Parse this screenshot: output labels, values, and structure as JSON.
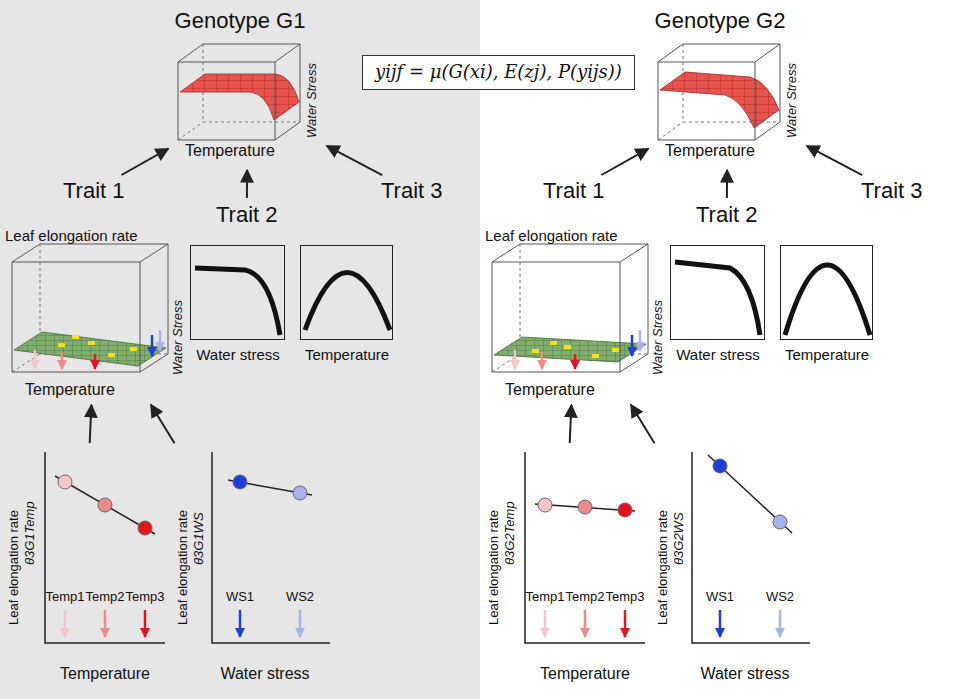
{
  "diagram": {
    "nodes": [
      {
        "text": [
          "Genotype G1"
        ]
      },
      {
        "text": [
          "Temperature",
          "Water Stress"
        ],
        "in": 0
      },
      {
        "text": [
          "Trait 1"
        ],
        "in": 0
      },
      {
        "text": [
          "Trait 2"
        ],
        "in": 0
      },
      {
        "text": [
          "Trait 3"
        ],
        "in": 0
      },
      {
        "text": [
          "Leaf elongation rate",
          "Temperature",
          "Water Stress"
        ],
        "in": 0
      },
      {
        "text": [
          "Water stress"
        ],
        "in": 0
      },
      {
        "text": [
          "Temperature"
        ],
        "in": 0
      },
      {
        "text": [
          "Leaf elongation rate",
          "θ3G1Temp",
          "Temp1",
          "Temp2",
          "Temp3",
          "Temperature"
        ],
        "in": 0
      },
      {
        "text": [
          "Leaf elongation rate",
          "θ3G1WS",
          "WS1",
          "WS2",
          "Water stress"
        ],
        "in": 0
      },
      {
        "text": [
          "yijf = μ(G(xi), E(zj), P(yijs))"
        ]
      },
      {
        "text": [
          "Genotype G2"
        ]
      },
      {
        "text": [
          "Temperature",
          "Water Stress"
        ],
        "in": 11
      },
      {
        "text": [
          "Trait 1"
        ],
        "in": 11
      },
      {
        "text": [
          "Trait 2"
        ],
        "in": 11
      },
      {
        "text": [
          "Trait 3"
        ],
        "in": 11
      },
      {
        "text": [
          "Leaf elongation rate",
          "Temperature",
          "Water Stress"
        ],
        "in": 11
      },
      {
        "text": [
          "Water stress"
        ],
        "in": 11
      },
      {
        "text": [
          "Temperature"
        ],
        "in": 11
      },
      {
        "text": [
          "Leaf elongation rate",
          "θ3G2Temp",
          "Temp1",
          "Temp2",
          "Temp3",
          "Temperature"
        ],
        "in": 11
      },
      {
        "text": [
          "Leaf elongation rate",
          "θ3G2WS",
          "WS1",
          "WS2",
          "Water stress"
        ],
        "in": 11
      }
    ],
    "edges": [
      {
        "from": 2,
        "to": 1,
        "arrow": "to"
      },
      {
        "from": 3,
        "to": 1,
        "arrow": "to"
      },
      {
        "from": 4,
        "to": 1,
        "arrow": "to"
      },
      {
        "from": 8,
        "to": 5,
        "arrow": "to"
      },
      {
        "from": 9,
        "to": 5,
        "arrow": "to"
      },
      {
        "from": 13,
        "to": 12,
        "arrow": "to"
      },
      {
        "from": 14,
        "to": 12,
        "arrow": "to"
      },
      {
        "from": 15,
        "to": 12,
        "arrow": "to"
      },
      {
        "from": 19,
        "to": 16,
        "arrow": "to"
      },
      {
        "from": 20,
        "to": 16,
        "arrow": "to"
      }
    ]
  }
}
